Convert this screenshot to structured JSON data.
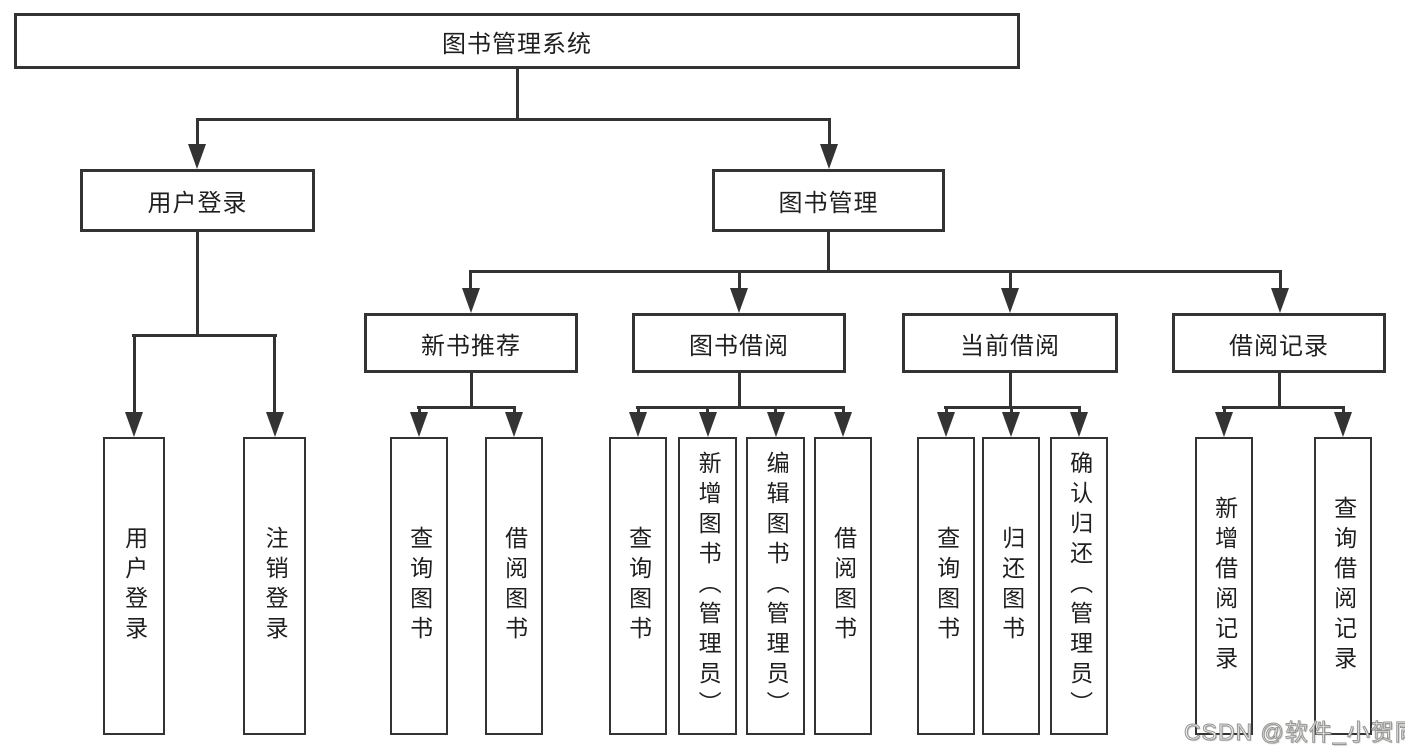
{
  "colors": {
    "background": "#ffffff",
    "line": "#333333",
    "text": "#1f1f1f",
    "watermark_fill": "#efefed",
    "watermark_outline": "#969694"
  },
  "root": {
    "label": "图书管理系统"
  },
  "branches": [
    {
      "label": "用户登录",
      "children": [
        {
          "label": "用户登录"
        },
        {
          "label": "注销登录"
        }
      ]
    },
    {
      "label": "图书管理",
      "sections": [
        {
          "label": "新书推荐",
          "children": [
            {
              "label": "查询图书"
            },
            {
              "label": "借阅图书"
            }
          ]
        },
        {
          "label": "图书借阅",
          "children": [
            {
              "label": "查询图书"
            },
            {
              "label": "新增图书（管理员）"
            },
            {
              "label": "编辑图书（管理员）"
            },
            {
              "label": "借阅图书"
            }
          ]
        },
        {
          "label": "当前借阅",
          "children": [
            {
              "label": "查询图书"
            },
            {
              "label": "归还图书"
            },
            {
              "label": "确认归还（管理员）"
            }
          ]
        },
        {
          "label": "借阅记录",
          "children": [
            {
              "label": "新增借阅记录"
            },
            {
              "label": "查询借阅记录"
            }
          ]
        }
      ]
    }
  ],
  "watermark": {
    "text": "CSDN @软件_小贺同学"
  }
}
